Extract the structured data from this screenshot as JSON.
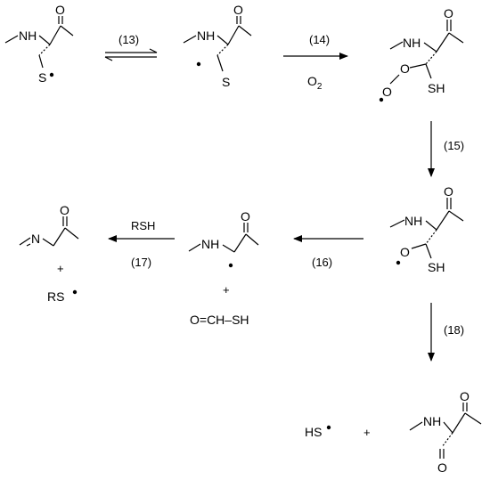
{
  "atoms": {
    "nh": "NH",
    "n": "N",
    "o": "O",
    "s": "S",
    "sh": "SH",
    "o2_o": "O",
    "o2_sub": "2",
    "rs": "RS",
    "hs": "HS",
    "plus": "+",
    "formyl": "O=CH–SH"
  },
  "steps": {
    "s13": "(13)",
    "s14": "(14)",
    "s15": "(15)",
    "s16": "(16)",
    "s17": "(17)",
    "s18": "(18)",
    "reagent_rsh": "RSH"
  },
  "molecules": [
    "cysteinyl-thiyl-radical",
    "cysteinyl-carbon-radical",
    "peroxyl-radical",
    "alkoxyl-radical",
    "glycyl-radical",
    "glycine-product",
    "thioformaldehyde-fragment",
    "aldehyde-product"
  ]
}
